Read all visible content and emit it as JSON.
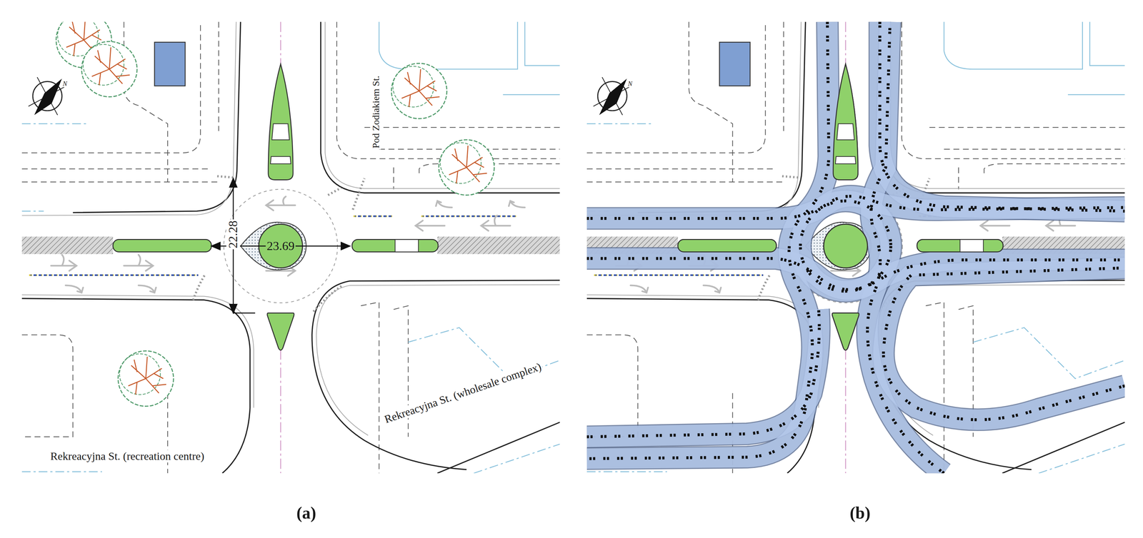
{
  "diagram": {
    "labels": [
      "22.28",
      "23.69",
      "Pod Zodiakiem St.",
      "Rekreacyjna St. (wholesale complex)",
      "Rekreacyjna St. (recreation centre)",
      "N",
      "(a)",
      "N",
      "(b)"
    ]
  }
}
